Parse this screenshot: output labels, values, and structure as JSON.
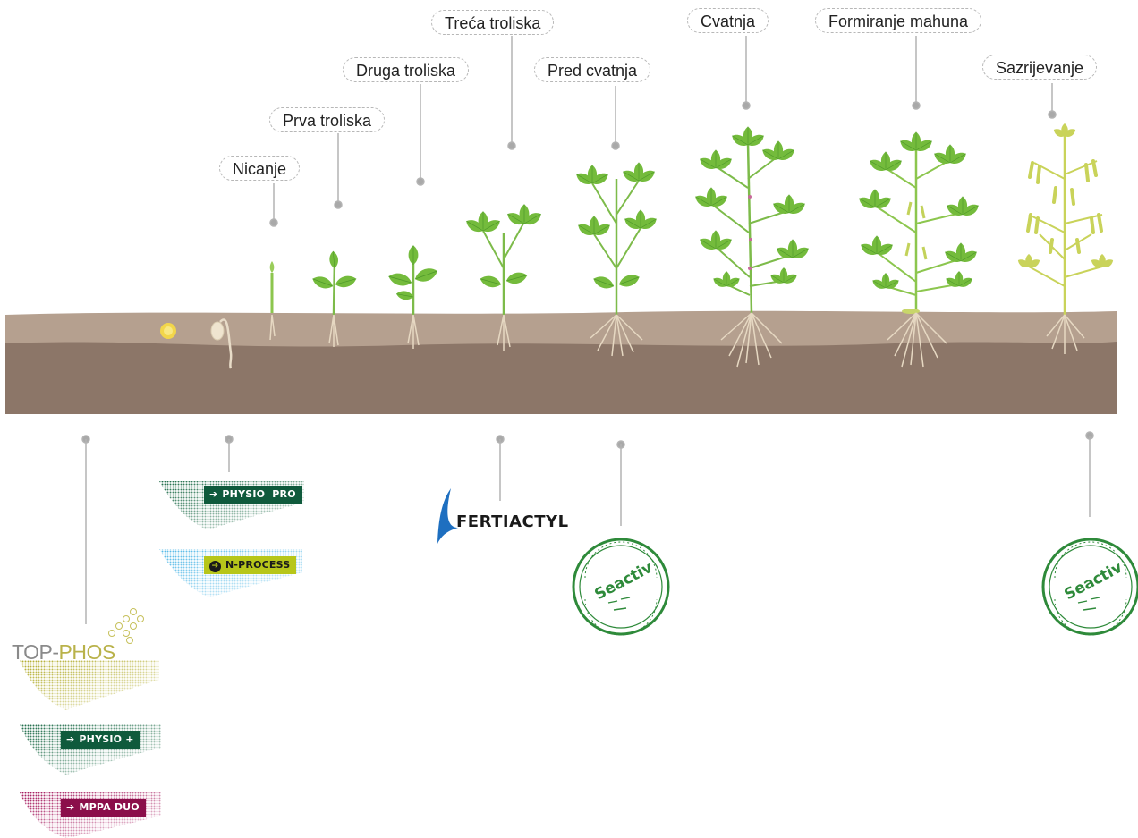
{
  "stages": [
    {
      "id": "nicanje",
      "label": "Nicanje"
    },
    {
      "id": "prva",
      "label": "Prva troliska"
    },
    {
      "id": "druga",
      "label": "Druga troliska"
    },
    {
      "id": "treca",
      "label": "Treća troliska"
    },
    {
      "id": "pred",
      "label": "Pred cvatnja"
    },
    {
      "id": "cvatnja",
      "label": "Cvatnja"
    },
    {
      "id": "formiranje",
      "label": "Formiranje mahuna"
    },
    {
      "id": "sazrijevanje",
      "label": "Sazrijevanje"
    }
  ],
  "products": {
    "physio_pro": {
      "label": "PHYSIO  PRO",
      "color": "#0f5a3c"
    },
    "n_process": {
      "label": "N-PROCESS",
      "color": "#b7c61a"
    },
    "top_phos": {
      "prefix": "TOP-",
      "suffix": "PHOS",
      "prefix_color": "#8a8a8a",
      "suffix_color": "#b9b24a"
    },
    "physio_plus": {
      "label": "PHYSIO +",
      "color": "#0f5a3c"
    },
    "mppa_duo": {
      "label": "MPPA DUO",
      "color": "#8b0e4a"
    },
    "fertiactyl": {
      "label": "FERTIACTYL",
      "color": "#1e6fc0"
    },
    "seactiv": {
      "label": "Seactiv",
      "color": "#2e8a3a"
    }
  },
  "colors": {
    "soil_top": "#b49e8e",
    "soil_bottom": "#8a7567",
    "leaf": "#6fb83a",
    "leaf_dark": "#4f9a2a",
    "stem": "#7dbb4a",
    "dry": "#c9d35a",
    "connector": "#b3b3b3"
  }
}
